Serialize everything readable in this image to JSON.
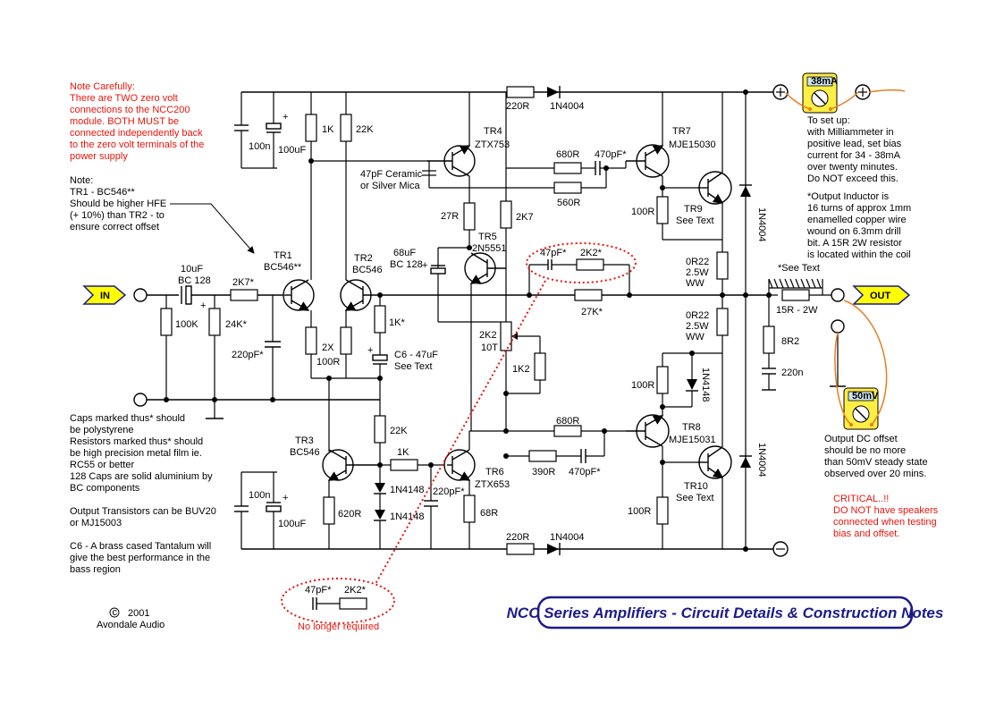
{
  "colors": {
    "wire": "#000000",
    "note_red": "#e8140c",
    "title_blue": "#1b1b8a",
    "arrow_yellow": "#ffff00",
    "meter_yellow": "#ffee44",
    "probe_orange": "#e67e22"
  },
  "title": "NCC Series Amplifiers - Circuit Details & Construction Notes",
  "copyright": [
    "2001",
    "Avondale Audio"
  ],
  "notes": {
    "careful": [
      "Note Carefully:",
      "There are TWO zero volt",
      "connections to the NCC200",
      "module.  BOTH MUST be",
      "connected independently back",
      "to the zero volt terminals of the",
      "power supply"
    ],
    "tr1": [
      "Note:",
      "TR1 - BC546**",
      "Should be higher HFE",
      "(+ 10%) than TR2 - to",
      "ensure correct offset"
    ],
    "caps": [
      "Caps marked thus* should",
      "be polystyrene",
      "Resistors marked thus* should",
      "be high precision metal film ie.",
      "RC55 or better",
      "128 Caps are solid aluminium by",
      "BC components",
      "",
      "Output Transistors can be BUV20",
      "or MJ15003",
      "",
      "C6 - A brass cased Tantalum will",
      "give the best performance in the",
      "bass region"
    ],
    "setup": [
      "To set up:",
      "with Milliammeter in",
      "positive lead, set bias",
      "current for 34 - 38mA",
      "over twenty minutes.",
      "Do NOT exceed this."
    ],
    "inductor": [
      "*Output Inductor is",
      "16 turns of approx 1mm",
      "enamelled copper wire",
      "wound on 6.3mm drill",
      "bit.  A 15R 2W resistor",
      "is located within the coil"
    ],
    "offset": [
      "Output DC offset",
      "should be no more",
      "than 50mV steady state",
      "observed over 20 mins."
    ],
    "critical": [
      "CRITICAL..!!",
      "DO NOT have speakers",
      "connected when testing",
      "bias and offset."
    ],
    "no_longer": "No longer required"
  },
  "io": {
    "in": "IN",
    "out": "OUT"
  },
  "meters": {
    "top": "38mA",
    "bottom": "50mV"
  },
  "labels": {
    "tr1": [
      "TR1",
      "BC546**"
    ],
    "tr2": [
      "TR2",
      "BC546"
    ],
    "tr3": [
      "TR3",
      "BC546"
    ],
    "tr4": [
      "TR4",
      "ZTX753"
    ],
    "tr5": [
      "TR5",
      "2N5551"
    ],
    "tr6": [
      "TR6",
      "ZTX653"
    ],
    "tr7": [
      "TR7",
      "MJE15030"
    ],
    "tr8": [
      "TR8",
      "MJE15031"
    ],
    "tr9": [
      "TR9",
      "See Text"
    ],
    "tr10": [
      "TR10",
      "See Text"
    ],
    "c10u": [
      "10uF",
      "BC 128"
    ],
    "r2k7s": "2K7*",
    "r100k": "100K",
    "r24k": "24K*",
    "c220p_in": "220pF*",
    "c100n_top": "100n",
    "c100u_top": "100uF",
    "r1k_top": "1K",
    "r22k_top": "22K",
    "c47pf_cer": [
      "47pF Ceramic",
      "or Silver Mica"
    ],
    "r27r": "27R",
    "r2k7": "2K7",
    "c68u": [
      "68uF",
      "BC 128"
    ],
    "r2x100r": [
      "2X",
      "100R"
    ],
    "r1ks": "1K*",
    "c6": [
      "C6 - 47uF",
      "See Text"
    ],
    "r680_top": "680R",
    "c470_top": "470pF*",
    "r560": "560R",
    "r100_tr9": "100R",
    "r220_top": "220R",
    "d_top": "1N4004",
    "c47p_fb": "47pF*",
    "r2k2_fb": "2K2*",
    "r27k": "27K*",
    "pot": [
      "2K2",
      "10T"
    ],
    "r1k2": "1K2",
    "r0r22_a": [
      "0R22",
      "2.5W",
      "WW"
    ],
    "r0r22_b": [
      "0R22",
      "2.5W",
      "WW"
    ],
    "d_right_a": "1N4004",
    "d_right_b": "1N4004",
    "see_text": "*See Text",
    "r15r": "15R - 2W",
    "r8r2": "8R2",
    "c220n": "220n",
    "r100_bias": "100R",
    "d_bias": "1N4148",
    "r22k_bot": "22K",
    "r1k_bot": "1K",
    "d4148_a": "1N4148",
    "d4148_b": "1N4148",
    "c220p_bot": "220pF*",
    "r620": "620R",
    "r68": "68R",
    "c100n_bot": "100n",
    "c100u_bot": "100uF",
    "r680_bot": "680R",
    "r390": "390R",
    "c470_bot": "470pF*",
    "r100_tr10": "100R",
    "r220_bot": "220R",
    "d_bot": "1N4004",
    "nlr_47p": "47pF*",
    "nlr_2k2": "2K2*"
  }
}
